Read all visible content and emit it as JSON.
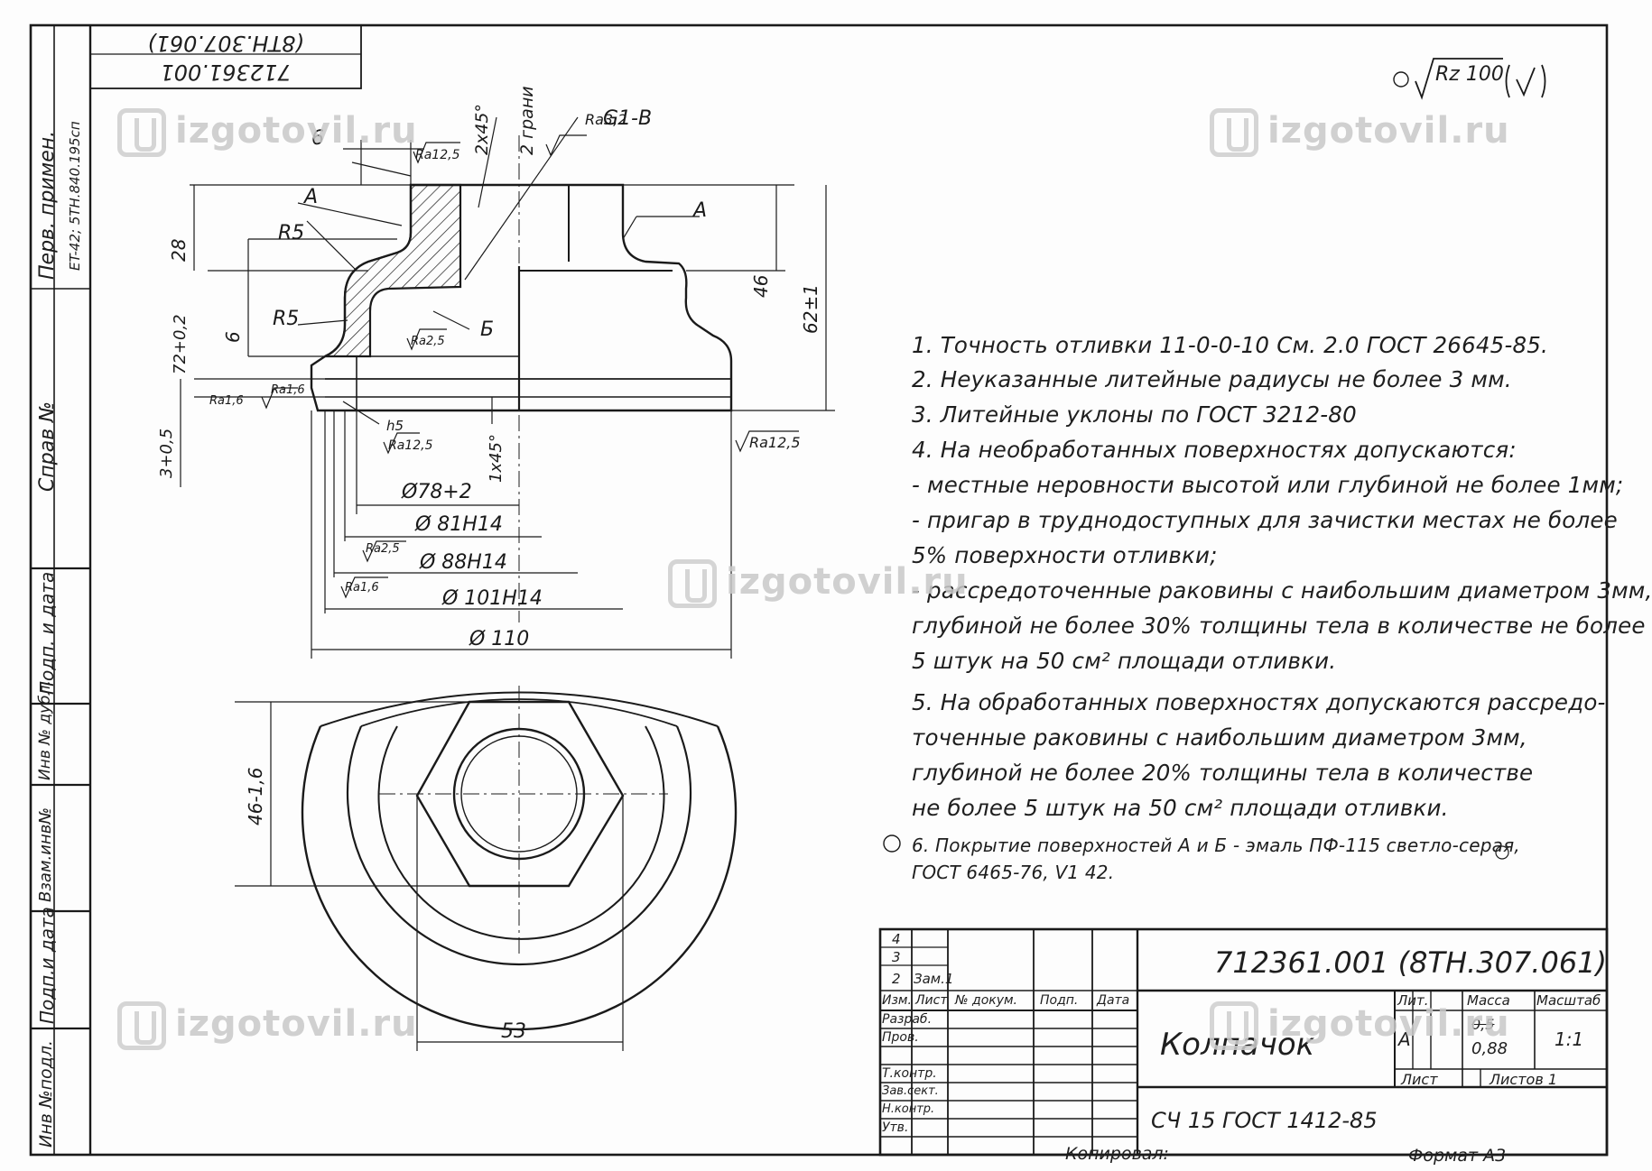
{
  "header_code": "712361.001",
  "header_code_alt": "(8TH.307.061)",
  "roughness_symbol": "Rz 100",
  "side": {
    "perv_primen": "Перв. примен.",
    "perv_value": "ET-42; 5TH.840.195сп",
    "sprav": "Справ №",
    "podp_data": "Подп. и дата",
    "inv_dubl": "Инв № дубл.",
    "vzam_inv": "Взам.инв№",
    "podp_data2": "Подп.и дата",
    "inv_podl": "Инв №подл."
  },
  "dimensions": {
    "d6": "6",
    "chamfer_top": "2x45°",
    "faces": "2 грани",
    "thread": "G1-B",
    "ra32": "Ra3,2",
    "ra125_top": "Ra12,5",
    "label_a_left": "A",
    "label_a_right": "A",
    "r5_top": "R5",
    "r5_bottom": "R5",
    "label_b": "Б",
    "h28": "28",
    "h6": "6",
    "h72": "72+0,2",
    "h46": "46",
    "h62": "62±1",
    "h3": "3+0,5",
    "ra16_left": "Ra1,6",
    "ra16_left2": "Ra1,6",
    "ra125_right": "Ra12,5",
    "ra125_mid": "Ra12,5",
    "h5": "h5",
    "chamfer_bot": "1x45°",
    "d78": "Ø78+2",
    "d81": "Ø 81H14",
    "ra25": "Ra2,5",
    "d88": "Ø 88H14",
    "ra16_bot": "Ra1,6",
    "d101": "Ø 101H14",
    "d110": "Ø 110",
    "h46_16": "46-1,6",
    "w53": "53",
    "ra25_mid": "Ra2,5"
  },
  "notes": [
    "1. Точность отливки  11-0-0-10 См. 2.0 ГОСТ 26645-85.",
    "2. Неуказанные литейные радиусы не более 3 мм.",
    "3. Литейные уклоны по ГОСТ 3212-80",
    "4. На необработанных поверхностях допускаются:",
    " - местные неровности высотой или глубиной не более 1мм;",
    " - пригар в труднодоступных для зачистки местах не более",
    "   5% поверхности отливки;",
    " - рассредоточенные раковины с наибольшим диаметром 3мм,",
    "   глубиной не более 30% толщины тела в количестве не более",
    "   5 штук на 50 см² площади отливки.",
    "5. На обработанных поверхностях допускаются рассредо-",
    "   точенные раковины с наибольшим диаметром 3мм,",
    "   глубиной не более 20% толщины тела в количестве",
    "   не более 5 штук на 50 см² площади отливки.",
    "6. Покрытие поверхностей А и Б - эмаль ПФ-115 светло-серая,",
    "ГОСТ 6465-76, V1 42."
  ],
  "title_block": {
    "designation": "712361.001 (8TH.307.061)",
    "name": "Колпачок",
    "material": "СЧ 15  ГОСТ 1412-85",
    "lit": "Лит.",
    "massa": "Масса",
    "masshtab": "Масштаб",
    "lit_value": "A",
    "mass_old": "0,5",
    "mass_value": "0,88",
    "scale_value": "1:1",
    "list": "Лист",
    "listov": "Листов 1",
    "rows_num": [
      "4",
      "3",
      "2"
    ],
    "zam": "Зам.1",
    "headers": [
      "Изм.",
      "Лист",
      "№ докум.",
      "Подп.",
      "Дата"
    ],
    "roles": [
      "Разраб.",
      "Пров.",
      "Т.контр.",
      "Зав.сект.",
      "Н.контр.",
      "Утв."
    ],
    "kopiroval": "Копировал:",
    "format": "Формат А3"
  },
  "watermarks": [
    "izgotovil.ru",
    "izgotovil.ru",
    "izgotovil.ru",
    "izgotovil.ru",
    "izgotovil.ru"
  ]
}
